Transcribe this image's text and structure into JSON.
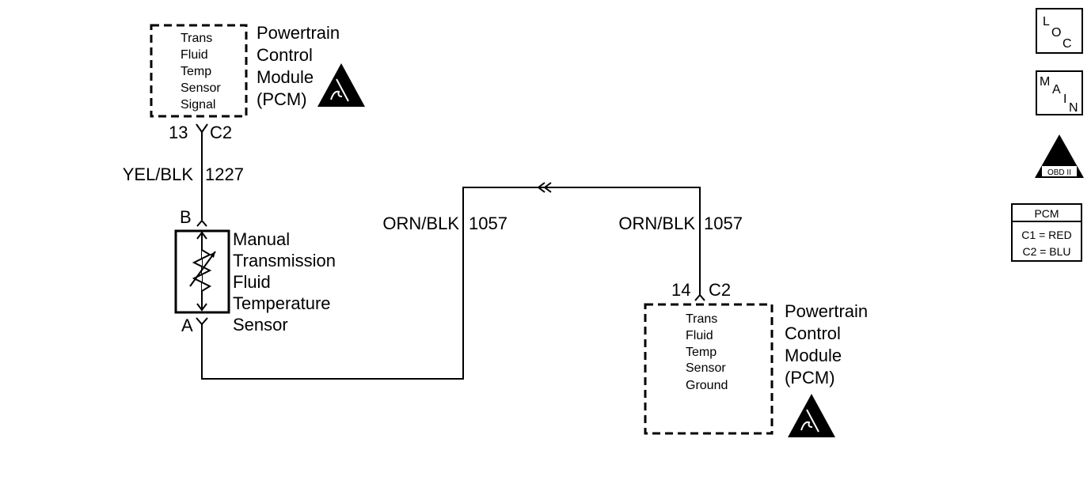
{
  "pcm_top": {
    "function_lines": [
      "Trans",
      "Fluid",
      "Temp",
      "Sensor",
      "Signal"
    ],
    "name_lines": [
      "Powertrain",
      "Control",
      "Module",
      "(PCM)"
    ],
    "pin": "13",
    "connector": "C2"
  },
  "wire_top": {
    "color": "YEL/BLK",
    "circuit": "1227"
  },
  "sensor": {
    "name_lines": [
      "Manual",
      "Transmission",
      "Fluid",
      "Temperature",
      "Sensor"
    ],
    "terminal_b": "B",
    "terminal_a": "A"
  },
  "wire_mid": {
    "color": "ORN/BLK",
    "circuit": "1057"
  },
  "wire_right": {
    "color": "ORN/BLK",
    "circuit": "1057"
  },
  "pcm_bottom": {
    "function_lines": [
      "Trans",
      "Fluid",
      "Temp",
      "Sensor",
      "Ground"
    ],
    "name_lines": [
      "Powertrain",
      "Control",
      "Module",
      "(PCM)"
    ],
    "pin": "14",
    "connector": "C2"
  },
  "sidebar": {
    "loc": {
      "l": "L",
      "o": "O",
      "c": "C"
    },
    "main": {
      "m": "M",
      "a": "A",
      "i": "I",
      "n": "N"
    },
    "obd": {
      "numeral": "II",
      "label": "OBD II"
    },
    "pcm_legend": {
      "title": "PCM",
      "rows": [
        "C1 = RED",
        "C2 = BLU"
      ]
    }
  }
}
